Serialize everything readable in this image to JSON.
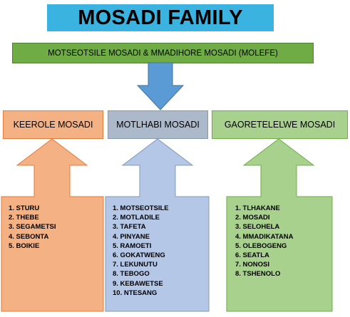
{
  "title": "MOSADI FAMILY",
  "parents": "MOTSEOTSILE MOSADI & MMADIHORE MOSADI (MOLEFE)",
  "colors": {
    "title_bg": "#3bb3e0",
    "parents_bg": "#6fac46",
    "down_arrow": "#5b9bd5",
    "branch_1": "#f4b183",
    "branch_2": "#acb9ca",
    "branch_3": "#a9d18e"
  },
  "branches": [
    {
      "name": "KEEROLE MOSADI",
      "children": [
        "1. STURU",
        "2. THEBE",
        "3. SEGAMETSI",
        "4. SEBONTA",
        "5. BOIKIE"
      ]
    },
    {
      "name": "MOTLHABI MOSADI",
      "children": [
        "1. MOTSEOTSILE",
        "2. MOTLADILE",
        "3. TAFETA",
        "4. PINYANE",
        "5. RAMOETI",
        "6. GOKATWENG",
        "7. LEKUNUTU",
        "8. TEBOGO",
        "9. KEBAWETSE",
        "10. NTESANG"
      ]
    },
    {
      "name": "GAORETELELWE MOSADI",
      "children": [
        "1. TLHAKANE",
        "2. MOSADI",
        "3. SELOHELA",
        "4. MMADIKATANA",
        "5. OLEBOGENG",
        "6. SEATLA",
        "7. NONOSI",
        "8. TSHENOLO"
      ]
    }
  ]
}
